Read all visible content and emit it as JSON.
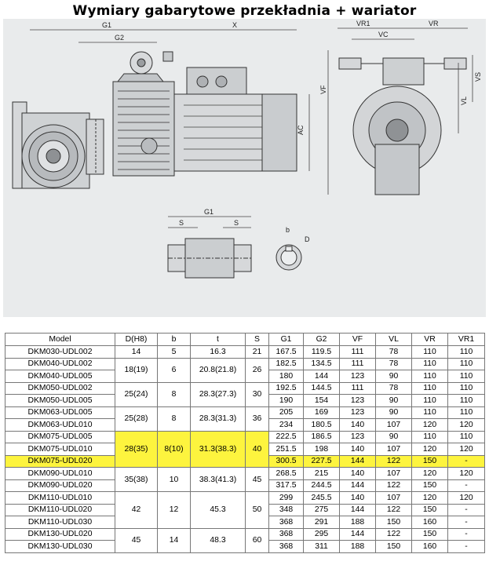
{
  "title": "Wymiary gabarytowe przekładnia + wariator",
  "dimension_labels": {
    "g1": "G1",
    "x": "X",
    "g2": "G2",
    "ac": "AC",
    "vr1": "VR1",
    "vr": "VR",
    "vc": "VC",
    "vf": "VF",
    "vs": "VS",
    "vl": "VL",
    "g1_shaft": "G1",
    "s_left": "S",
    "s_right": "S",
    "b": "b",
    "d": "D"
  },
  "table": {
    "headers": [
      "Model",
      "D(H8)",
      "b",
      "t",
      "S",
      "G1",
      "G2",
      "VF",
      "VL",
      "VR",
      "VR1"
    ],
    "groups": [
      {
        "d": "14",
        "b": "5",
        "t": "16.3",
        "s": "21",
        "rows": [
          {
            "model": "DKM030-UDL002",
            "g1": "167.5",
            "g2": "119.5",
            "vf": "111",
            "vl": "78",
            "vr": "110",
            "vr1": "110"
          }
        ]
      },
      {
        "d": "18(19)",
        "b": "6",
        "t": "20.8(21.8)",
        "s": "26",
        "rows": [
          {
            "model": "DKM040-UDL002",
            "g1": "182.5",
            "g2": "134.5",
            "vf": "111",
            "vl": "78",
            "vr": "110",
            "vr1": "110"
          },
          {
            "model": "DKM040-UDL005",
            "g1": "180",
            "g2": "144",
            "vf": "123",
            "vl": "90",
            "vr": "110",
            "vr1": "110"
          }
        ]
      },
      {
        "d": "25(24)",
        "b": "8",
        "t": "28.3(27.3)",
        "s": "30",
        "rows": [
          {
            "model": "DKM050-UDL002",
            "g1": "192.5",
            "g2": "144.5",
            "vf": "111",
            "vl": "78",
            "vr": "110",
            "vr1": "110"
          },
          {
            "model": "DKM050-UDL005",
            "g1": "190",
            "g2": "154",
            "vf": "123",
            "vl": "90",
            "vr": "110",
            "vr1": "110"
          }
        ]
      },
      {
        "d": "25(28)",
        "b": "8",
        "t": "28.3(31.3)",
        "s": "36",
        "rows": [
          {
            "model": "DKM063-UDL005",
            "g1": "205",
            "g2": "169",
            "vf": "123",
            "vl": "90",
            "vr": "110",
            "vr1": "110"
          },
          {
            "model": "DKM063-UDL010",
            "g1": "234",
            "g2": "180.5",
            "vf": "140",
            "vl": "107",
            "vr": "120",
            "vr1": "120"
          }
        ]
      },
      {
        "d": "28(35)",
        "b": "8(10)",
        "t": "31.3(38.3)",
        "s": "40",
        "highlight": true,
        "rows": [
          {
            "model": "DKM075-UDL005",
            "g1": "222.5",
            "g2": "186.5",
            "vf": "123",
            "vl": "90",
            "vr": "110",
            "vr1": "110"
          },
          {
            "model": "DKM075-UDL010",
            "g1": "251.5",
            "g2": "198",
            "vf": "140",
            "vl": "107",
            "vr": "120",
            "vr1": "120"
          },
          {
            "model": "DKM075-UDL020",
            "g1": "300.5",
            "g2": "227.5",
            "vf": "144",
            "vl": "122",
            "vr": "150",
            "vr1": "-",
            "highlight": true
          }
        ]
      },
      {
        "d": "35(38)",
        "b": "10",
        "t": "38.3(41.3)",
        "s": "45",
        "rows": [
          {
            "model": "DKM090-UDL010",
            "g1": "268.5",
            "g2": "215",
            "vf": "140",
            "vl": "107",
            "vr": "120",
            "vr1": "120"
          },
          {
            "model": "DKM090-UDL020",
            "g1": "317.5",
            "g2": "244.5",
            "vf": "144",
            "vl": "122",
            "vr": "150",
            "vr1": "-"
          }
        ]
      },
      {
        "d": "42",
        "b": "12",
        "t": "45.3",
        "s": "50",
        "rows": [
          {
            "model": "DKM110-UDL010",
            "g1": "299",
            "g2": "245.5",
            "vf": "140",
            "vl": "107",
            "vr": "120",
            "vr1": "120"
          },
          {
            "model": "DKM110-UDL020",
            "g1": "348",
            "g2": "275",
            "vf": "144",
            "vl": "122",
            "vr": "150",
            "vr1": "-"
          },
          {
            "model": "DKM110-UDL030",
            "g1": "368",
            "g2": "291",
            "vf": "188",
            "vl": "150",
            "vr": "160",
            "vr1": "-"
          }
        ]
      },
      {
        "d": "45",
        "b": "14",
        "t": "48.3",
        "s": "60",
        "rows": [
          {
            "model": "DKM130-UDL020",
            "g1": "368",
            "g2": "295",
            "vf": "144",
            "vl": "122",
            "vr": "150",
            "vr1": "-"
          },
          {
            "model": "DKM130-UDL030",
            "g1": "368",
            "g2": "311",
            "vf": "188",
            "vl": "150",
            "vr": "160",
            "vr1": "-"
          }
        ]
      }
    ]
  }
}
